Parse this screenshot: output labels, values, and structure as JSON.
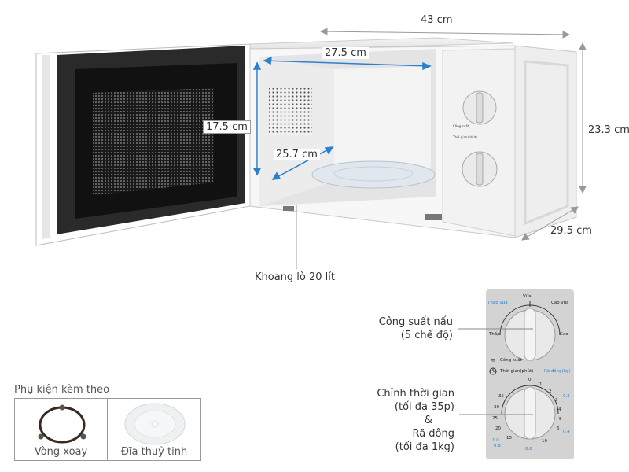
{
  "dimensions": {
    "width": "43 cm",
    "height": "23.3 cm",
    "depth": "29.5 cm",
    "cavity_width": "27.5 cm",
    "cavity_height": "17.5 cm",
    "cavity_depth": "25.7 cm"
  },
  "cavity_label": "Khoang lò 20 lít",
  "callouts": {
    "power": [
      "Công suất nấu",
      "(5 chế độ)"
    ],
    "timer": [
      "Chỉnh thời gian",
      "(tối đa 35p)",
      "&",
      "Rã đông",
      "(tối đa 1kg)"
    ]
  },
  "control_panel": {
    "power_dial": {
      "low_defrost": "Thấp vừa",
      "medium": "Vừa",
      "medium_high": "Cao vừa",
      "low": "Thấp",
      "high": "Cao",
      "caption": "Công suất"
    },
    "timer_dial": {
      "time_label": "Thời gian(phút)",
      "defrost_label": "Rã đông(kg)",
      "ticks": [
        "0",
        "1",
        "2",
        "3",
        "4",
        "5",
        "6",
        "10",
        "15",
        "20",
        "25",
        "30",
        "35"
      ],
      "defrost_marks": [
        "0.2",
        "0.4",
        "0.6",
        "0.8",
        "1.0"
      ]
    }
  },
  "accessories": {
    "title": "Phụ kiện kèm theo",
    "items": [
      {
        "label": "Vòng xoay",
        "icon": "rotating-ring-icon"
      },
      {
        "label": "Đĩa thuỷ tinh",
        "icon": "glass-plate-icon"
      }
    ]
  },
  "colors": {
    "accent_blue": "#2d7fd0",
    "panel_gray": "#d3d3d3"
  }
}
